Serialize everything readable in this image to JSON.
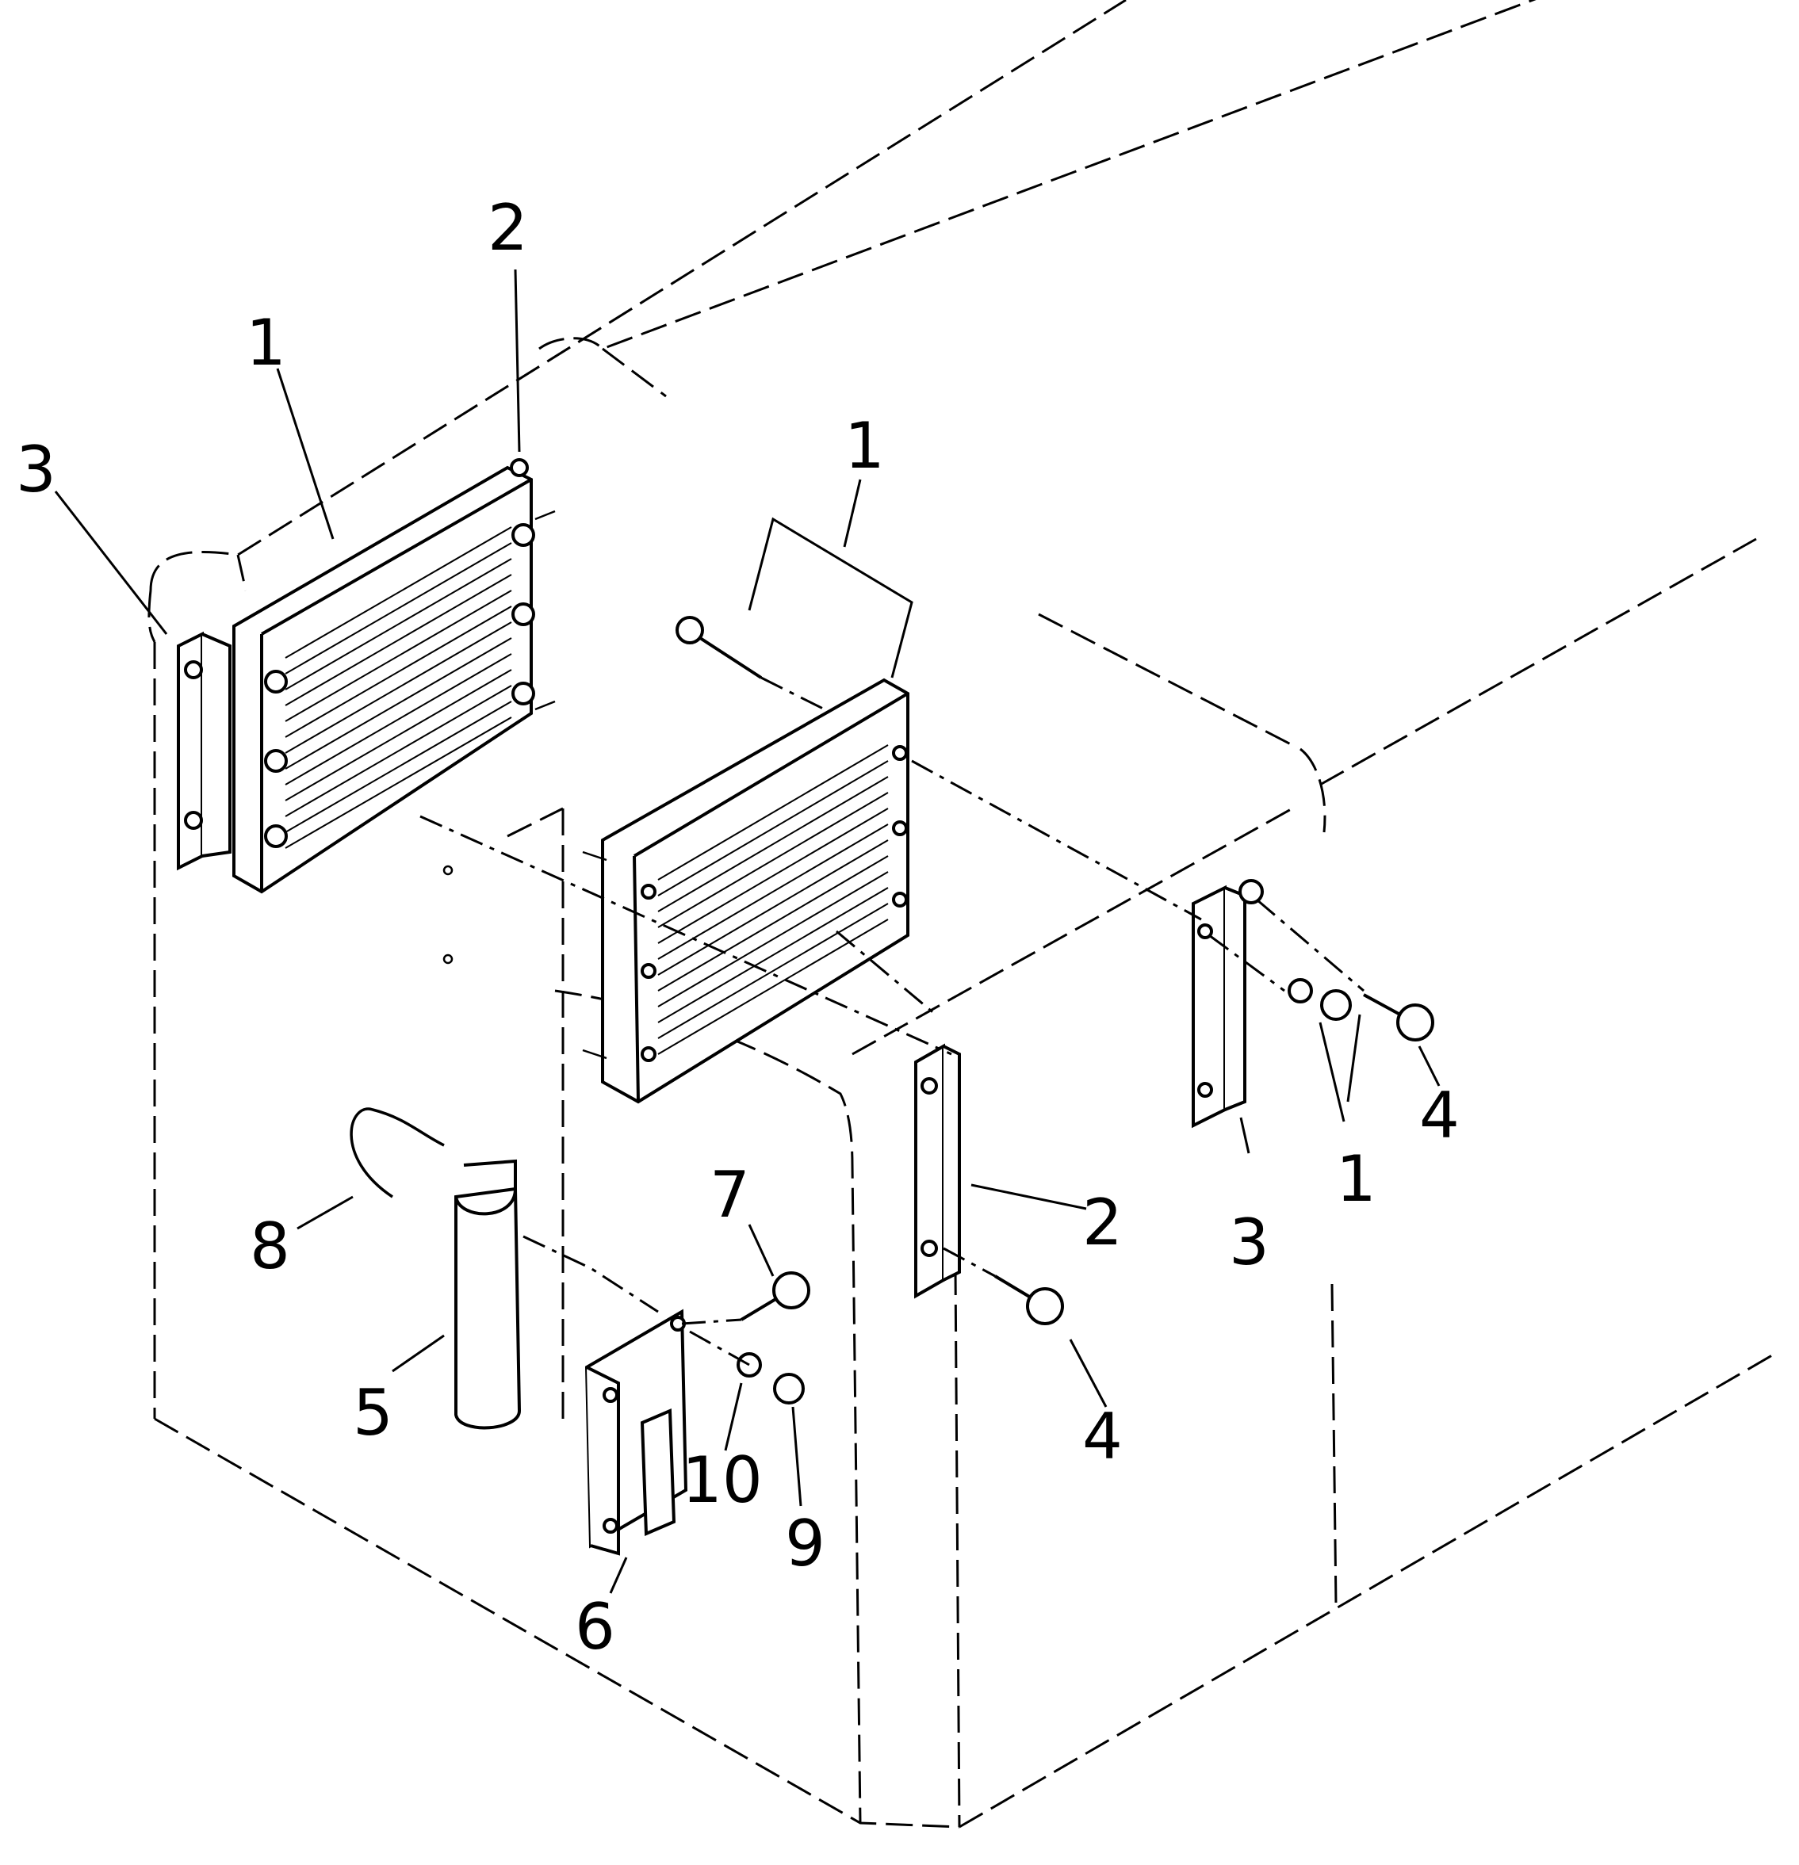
{
  "diagram": {
    "callouts": [
      {
        "id": "c1",
        "text": "1"
      },
      {
        "id": "c2",
        "text": "2"
      },
      {
        "id": "c3",
        "text": "3"
      },
      {
        "id": "c4",
        "text": "1"
      },
      {
        "id": "c5",
        "text": "8"
      },
      {
        "id": "c6",
        "text": "7"
      },
      {
        "id": "c7",
        "text": "5"
      },
      {
        "id": "c8",
        "text": "10"
      },
      {
        "id": "c9",
        "text": "9"
      },
      {
        "id": "c10",
        "text": "6"
      },
      {
        "id": "c11",
        "text": "2"
      },
      {
        "id": "c12",
        "text": "4"
      },
      {
        "id": "c13",
        "text": "3"
      },
      {
        "id": "c14",
        "text": "1"
      },
      {
        "id": "c15",
        "text": "4"
      }
    ]
  }
}
